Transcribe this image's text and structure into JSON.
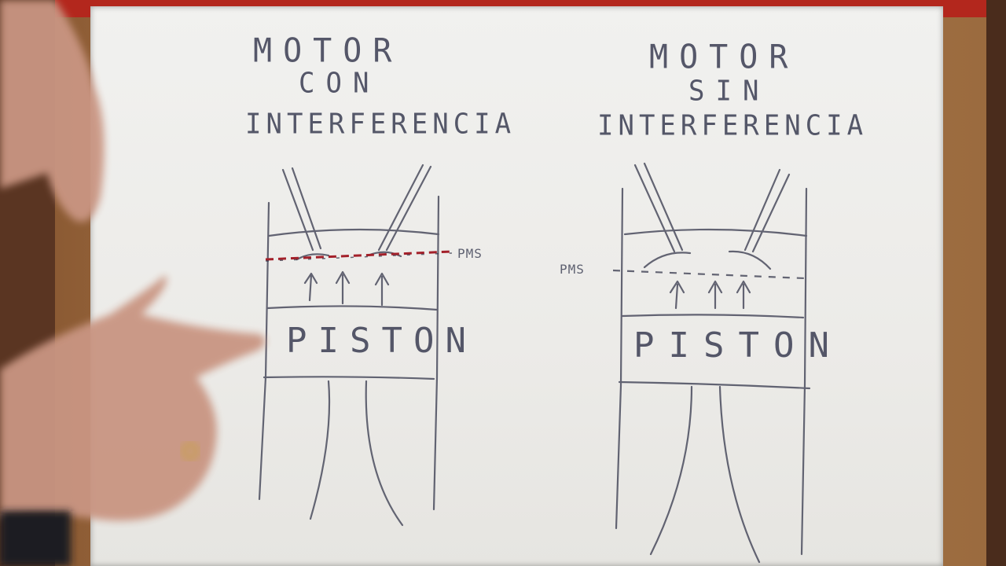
{
  "left": {
    "title_line1": "MOTOR",
    "title_line2": "CON",
    "title_line3": "INTERFERENCIA",
    "piston_label": "PISTON",
    "tdc_label": "PMS"
  },
  "right": {
    "title_line1": "MOTOR",
    "title_line2": "SIN",
    "title_line3": "INTERFERENCIA",
    "piston_label": "PISTON",
    "tdc_label": "PMS"
  },
  "colors": {
    "board": "#ecebe8",
    "ink": "#3a3d52",
    "tdc_line_left": "#a3202a",
    "frame": "#b3271d"
  }
}
